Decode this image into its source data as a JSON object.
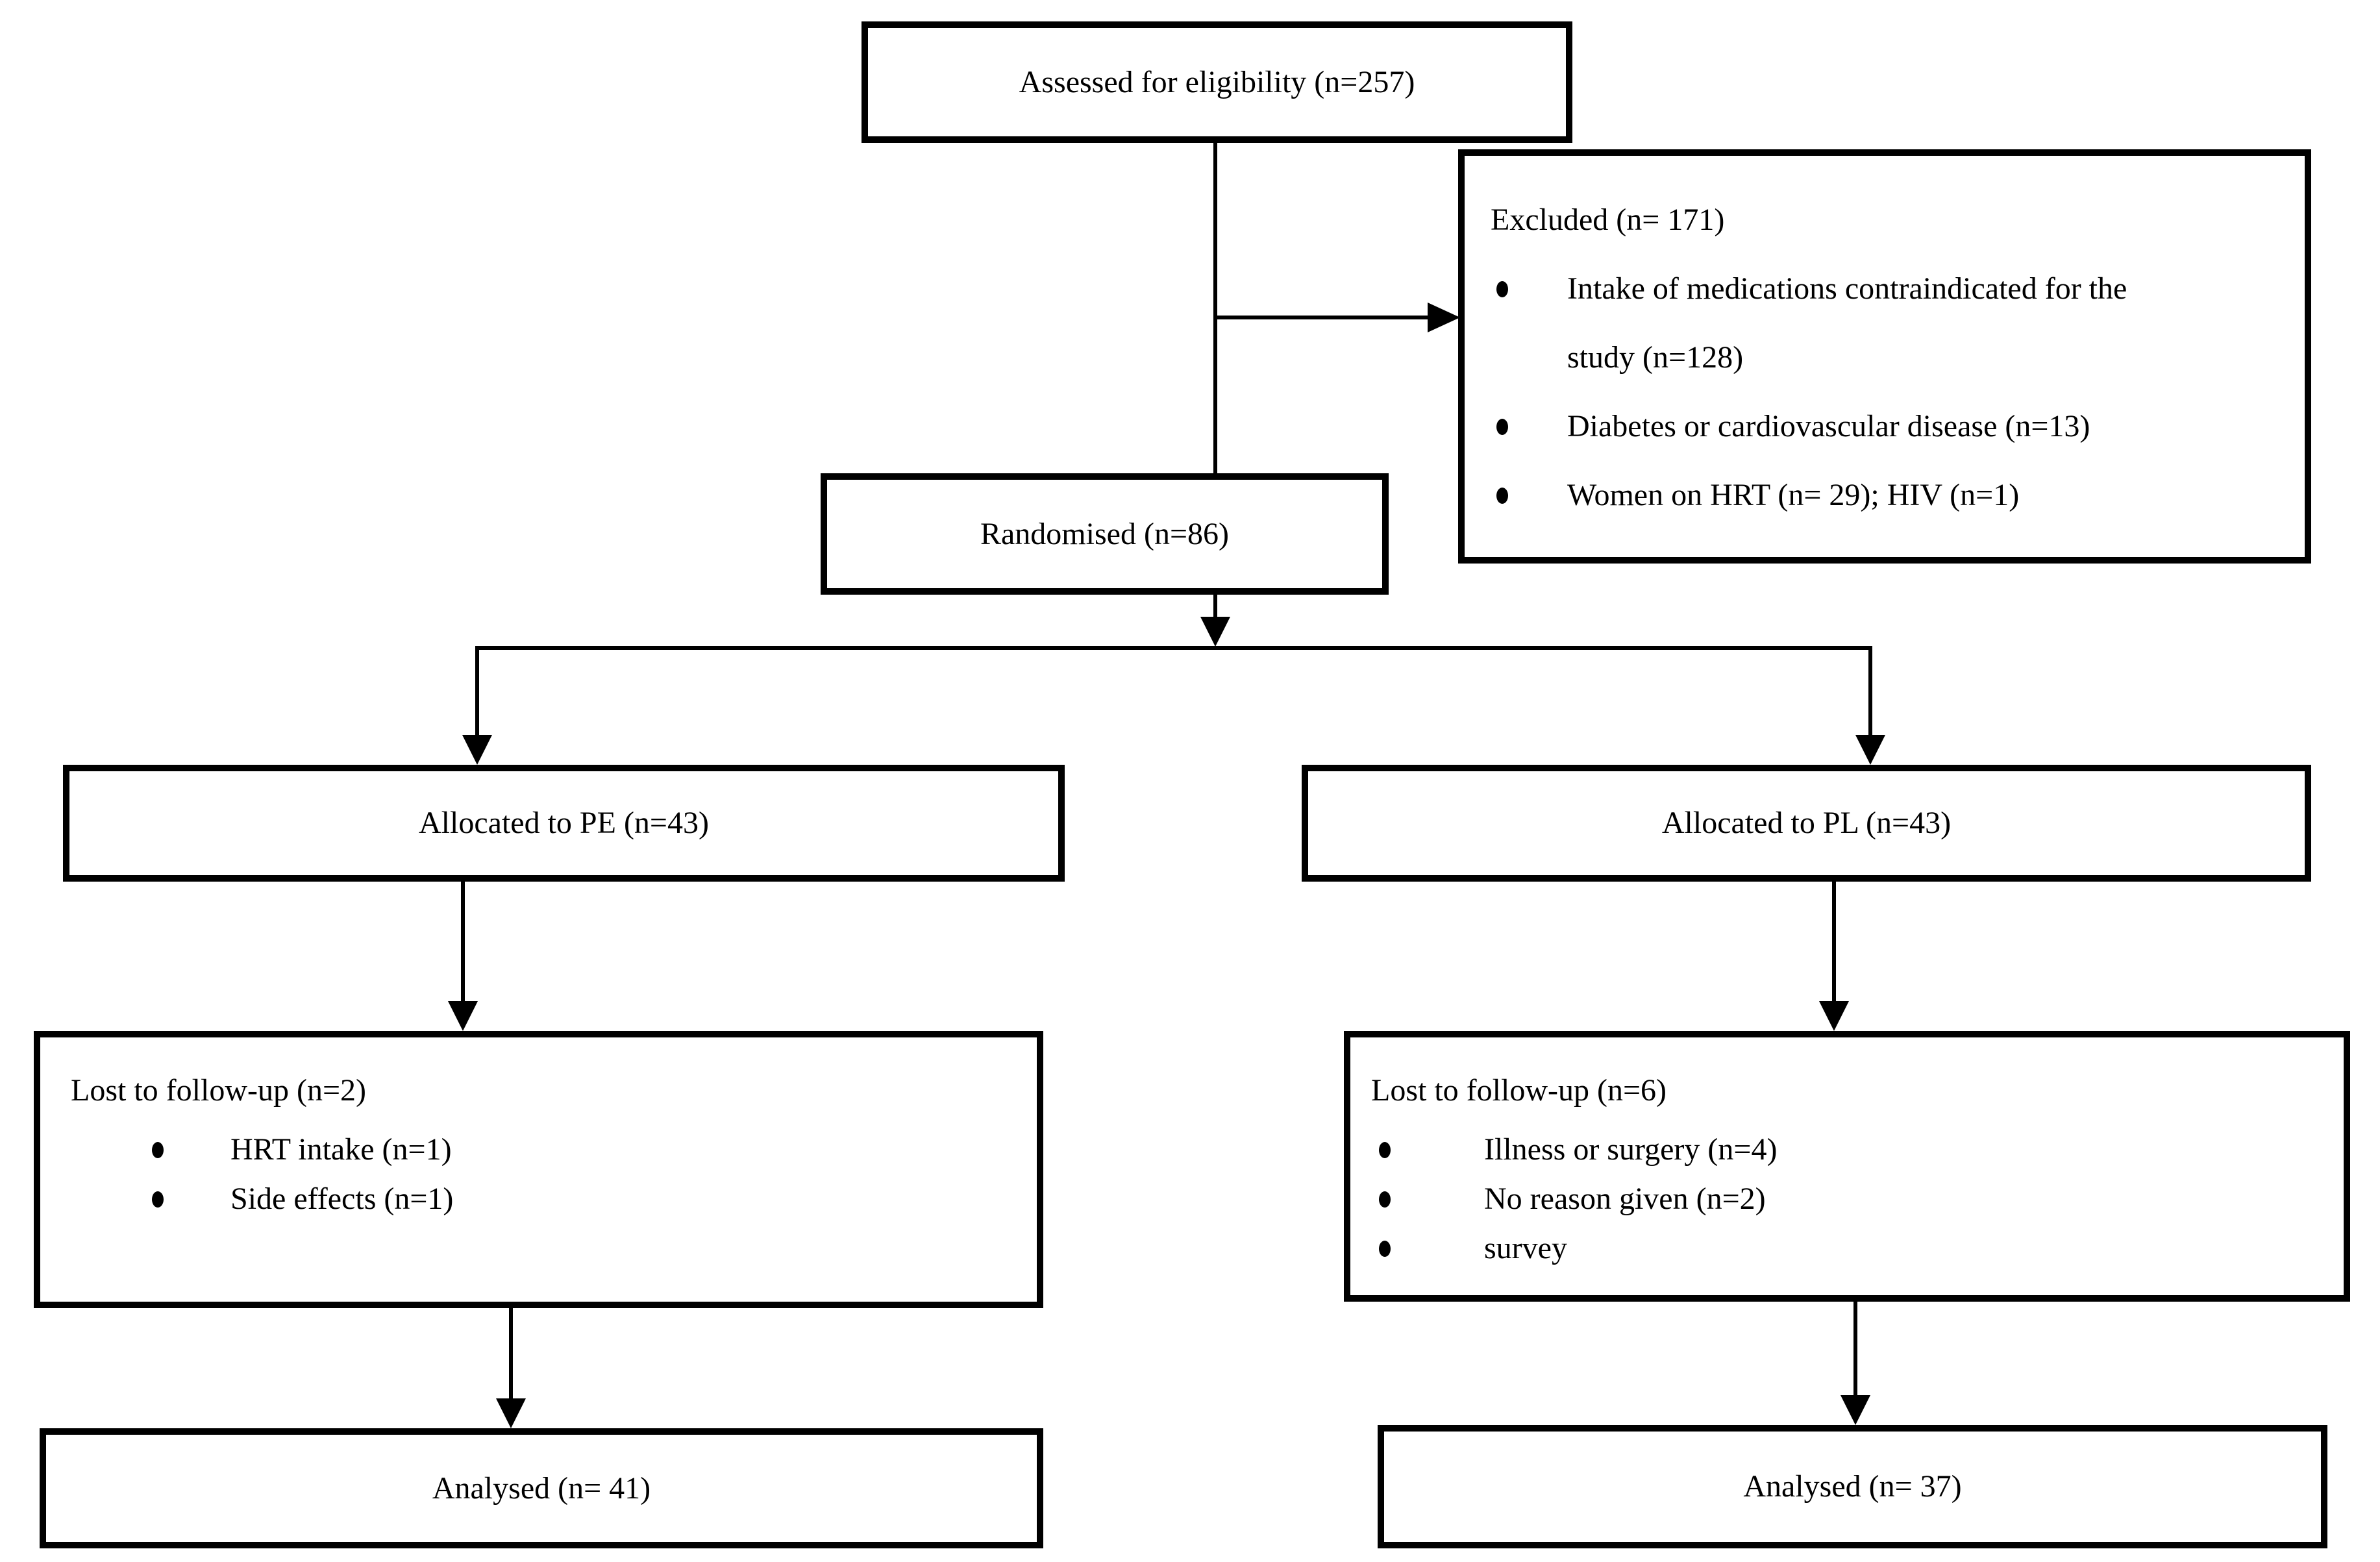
{
  "diagram": {
    "assessed": {
      "label": "Assessed for eligibility (n=257)"
    },
    "excluded": {
      "title": "Excluded (n= 171)",
      "items": [
        {
          "lines": [
            "Intake of medications contraindicated for the",
            "study (n=128)"
          ]
        },
        {
          "lines": [
            "Diabetes or cardiovascular disease (n=13)"
          ]
        },
        {
          "lines": [
            "Women on HRT (n= 29); HIV (n=1)"
          ]
        }
      ]
    },
    "randomised": {
      "label": "Randomised (n=86)"
    },
    "allocated_pe": {
      "label": "Allocated to PE (n=43)"
    },
    "allocated_pl": {
      "label": "Allocated to PL (n=43)"
    },
    "lost_pe": {
      "title": "Lost to follow-up (n=2)",
      "items": [
        {
          "lines": [
            "HRT intake (n=1)"
          ]
        },
        {
          "lines": [
            "Side effects (n=1)"
          ]
        }
      ]
    },
    "lost_pl": {
      "title": "Lost to follow-up (n=6)",
      "items": [
        {
          "lines": [
            "Illness or surgery (n=4)"
          ]
        },
        {
          "lines": [
            "No reason given (n=2)"
          ]
        },
        {
          "lines": [
            "survey"
          ]
        }
      ]
    },
    "analysed_pe": {
      "label": "Analysed (n= 41)"
    },
    "analysed_pl": {
      "label": "Analysed (n= 37)"
    }
  },
  "glyphs": {
    "bullet": "•"
  },
  "colors": {
    "line": "#000000",
    "text": "#000000",
    "background": "#ffffff"
  }
}
